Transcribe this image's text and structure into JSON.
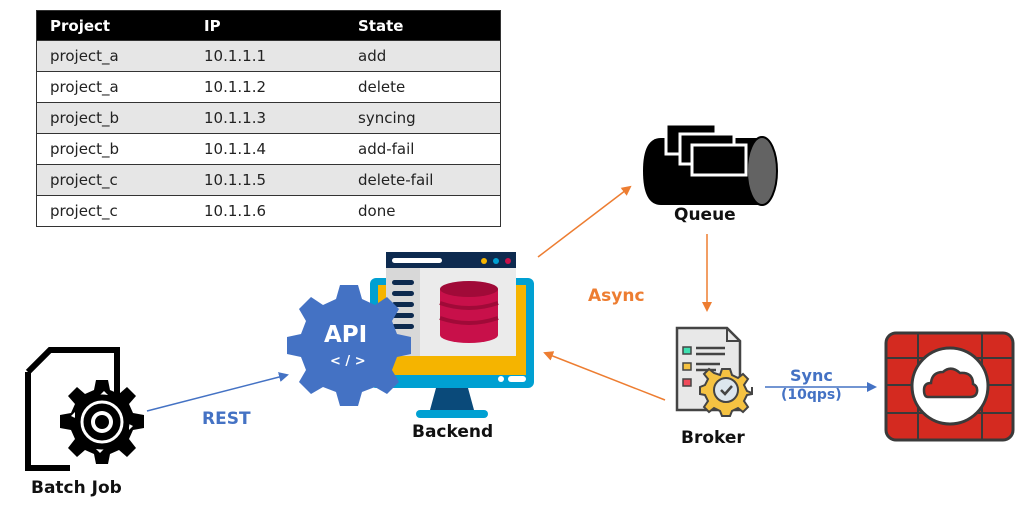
{
  "table": {
    "headers": [
      "Project",
      "IP",
      "State"
    ],
    "rows": [
      [
        "project_a",
        "10.1.1.1",
        "add"
      ],
      [
        "project_a",
        "10.1.1.2",
        "delete"
      ],
      [
        "project_b",
        "10.1.1.3",
        "syncing"
      ],
      [
        "project_b",
        "10.1.1.4",
        "add-fail"
      ],
      [
        "project_c",
        "10.1.1.5",
        "delete-fail"
      ],
      [
        "project_c",
        "10.1.1.6",
        "done"
      ]
    ]
  },
  "nodes": {
    "batch_job": "Batch Job",
    "api": "API",
    "api_code": "< / >",
    "backend": "Backend",
    "queue": "Queue",
    "broker": "Broker"
  },
  "edges": {
    "rest": "REST",
    "async": "Async",
    "sync": "Sync",
    "sync_rate": "(10qps)"
  },
  "colors": {
    "async_arrow": "#ed7d31",
    "sync_arrow": "#4472c4",
    "api_gear": "#4472c4",
    "database": "#c8104a",
    "cloud_tile": "#d42a20"
  }
}
